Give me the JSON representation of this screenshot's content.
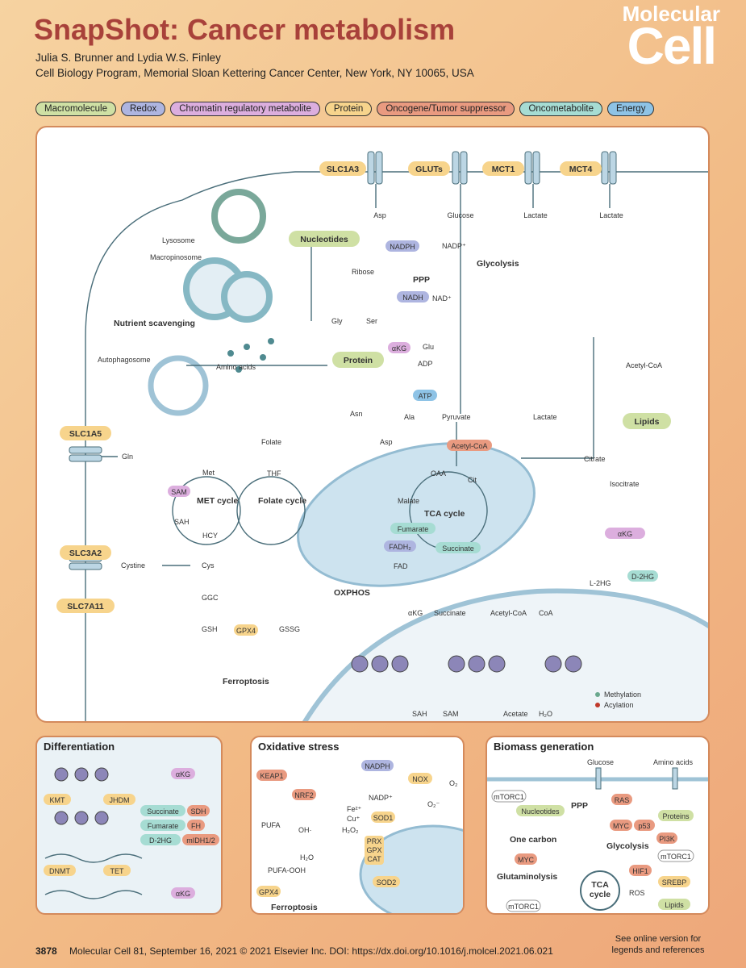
{
  "header": {
    "title": "SnapShot: Cancer metabolism",
    "authors": "Julia S. Brunner and Lydia W.S. Finley",
    "affiliation": "Cell Biology Program, Memorial Sloan Kettering Cancer Center, New York, NY 10065, USA",
    "journal_line1": "Molecular",
    "journal_line2": "Cell"
  },
  "legend": [
    {
      "label": "Macromolecule",
      "color": "#cfe0a4"
    },
    {
      "label": "Redox",
      "color": "#aeb5e0"
    },
    {
      "label": "Chromatin regulatory metabolite",
      "color": "#dcaede"
    },
    {
      "label": "Protein",
      "color": "#f7d48c"
    },
    {
      "label": "Oncogene/Tumor suppressor",
      "color": "#e99a80"
    },
    {
      "label": "Oncometabolite",
      "color": "#a6dcd3"
    },
    {
      "label": "Energy",
      "color": "#8ec3e6"
    }
  ],
  "main": {
    "transporters_top": [
      "SLC1A3",
      "GLUTs",
      "MCT1",
      "MCT4"
    ],
    "transporters_left": [
      "SLC1A5",
      "SLC3A2",
      "SLC7A11"
    ],
    "top_metabolites": [
      "Asp",
      "Glucose",
      "Lactate",
      "Lactate"
    ],
    "scavenging": {
      "lysosome": "Lysosome",
      "macropinosome": "Macropinosome",
      "title": "Nutrient scavenging",
      "autophagosome": "Autophagosome",
      "amino_acids": "Amino acids"
    },
    "macromolecules": {
      "nucleotides": "Nucleotides",
      "protein": "Protein",
      "lipids": "Lipids"
    },
    "pathways": {
      "glycolysis": "Glycolysis",
      "ppp": "PPP",
      "met_cycle": "MET cycle",
      "folate_cycle": "Folate cycle",
      "tca_cycle": "TCA cycle",
      "oxphos": "OXPHOS",
      "ferroptosis": "Ferroptosis"
    },
    "labels": {
      "ribose": "Ribose",
      "gly": "Gly",
      "ser": "Ser",
      "glu": "Glu",
      "adp": "ADP",
      "atp": "ATP",
      "asn": "Asn",
      "ala": "Ala",
      "pyruvate": "Pyruvate",
      "lactate": "Lactate",
      "asp": "Asp",
      "gln": "Gln",
      "folate": "Folate",
      "thf": "THF",
      "met": "Met",
      "sah": "SAH",
      "hcy": "HCY",
      "cys": "Cys",
      "cystine": "Cystine",
      "ggc": "GGC",
      "gsh": "GSH",
      "gssg": "GSSG",
      "oaa": "OAA",
      "cit": "Cit",
      "malate": "Malate",
      "fad": "FAD",
      "citrate": "Citrate",
      "isocitrate": "Isocitrate",
      "acetyl_coa": "Acetyl-CoA",
      "l2hg": "L-2HG",
      "nadp_plus": "NADP⁺",
      "nad_plus": "NAD⁺"
    },
    "chips": {
      "nadph": "NADPH",
      "nadh": "NADH",
      "akg": "αKG",
      "sam": "SAM",
      "atp": "ATP",
      "acetyl_coa": "Acetyl-CoA",
      "fumarate": "Fumarate",
      "succinate": "Succinate",
      "fadh2": "FADH₂",
      "d2hg": "D-2HG",
      "gpx4": "GPX4"
    },
    "chromatin": {
      "akg": "αKG",
      "succinate": "Succinate",
      "acetyl_coa": "Acetyl-CoA",
      "coa": "CoA",
      "sah": "SAH",
      "sam": "SAM",
      "acetate": "Acetate",
      "h2o": "H₂O"
    },
    "marks_legend": [
      {
        "label": "Methylation",
        "color": "#6aa88e"
      },
      {
        "label": "Acylation",
        "color": "#c0392b"
      }
    ]
  },
  "panels": {
    "differentiation": {
      "title": "Differentiation",
      "labels": {
        "akg": "αKG",
        "kmt": "KMT",
        "jhdm": "JHDM",
        "succinate": "Succinate",
        "sdh": "SDH",
        "fumarate": "Fumarate",
        "fh": "FH",
        "d2hg": "D-2HG",
        "midh": "mIDH1/2",
        "dnmt": "DNMT",
        "tet": "TET",
        "akg2": "αKG"
      }
    },
    "oxidative": {
      "title": "Oxidative stress",
      "labels": {
        "nadph": "NADPH",
        "nox": "NOX",
        "o2": "O₂",
        "nadp": "NADP⁺",
        "o2m": "O₂⁻",
        "keap1": "KEAP1",
        "nrf2": "NRF2",
        "fe": "Fe²⁺",
        "cu": "Cu⁺",
        "sod1": "SOD1",
        "pufa": "PUFA",
        "oh": "OH·",
        "h2o2": "H₂O₂",
        "prx": "PRX",
        "gpx": "GPX",
        "cat": "CAT",
        "h2o": "H₂O",
        "pufaooh": "PUFA-OOH",
        "gpx4": "GPX4",
        "ferroptosis": "Ferroptosis",
        "sod2": "SOD2"
      }
    },
    "biomass": {
      "title": "Biomass generation",
      "labels": {
        "glucose": "Glucose",
        "amino_acids": "Amino acids",
        "mtorc1": "mTORC1",
        "nucleotides": "Nucleotides",
        "ppp": "PPP",
        "ras": "RAS",
        "proteins": "Proteins",
        "myc": "MYC",
        "p53": "p53",
        "pi3k": "PI3K",
        "one_carbon": "One carbon",
        "glycolysis": "Glycolysis",
        "glutaminolysis": "Glutaminolysis",
        "hif1": "HIF1",
        "tca": "TCA",
        "cycle": "cycle",
        "ros": "ROS",
        "srebp": "SREBP",
        "lipids": "Lipids"
      }
    }
  },
  "footer": {
    "page": "3878",
    "citation": "Molecular Cell 81, September 16, 2021 © 2021 Elsevier Inc.    DOI: https://dx.doi.org/10.1016/j.molcel.2021.06.021",
    "online_note": "See online version for legends and references"
  }
}
